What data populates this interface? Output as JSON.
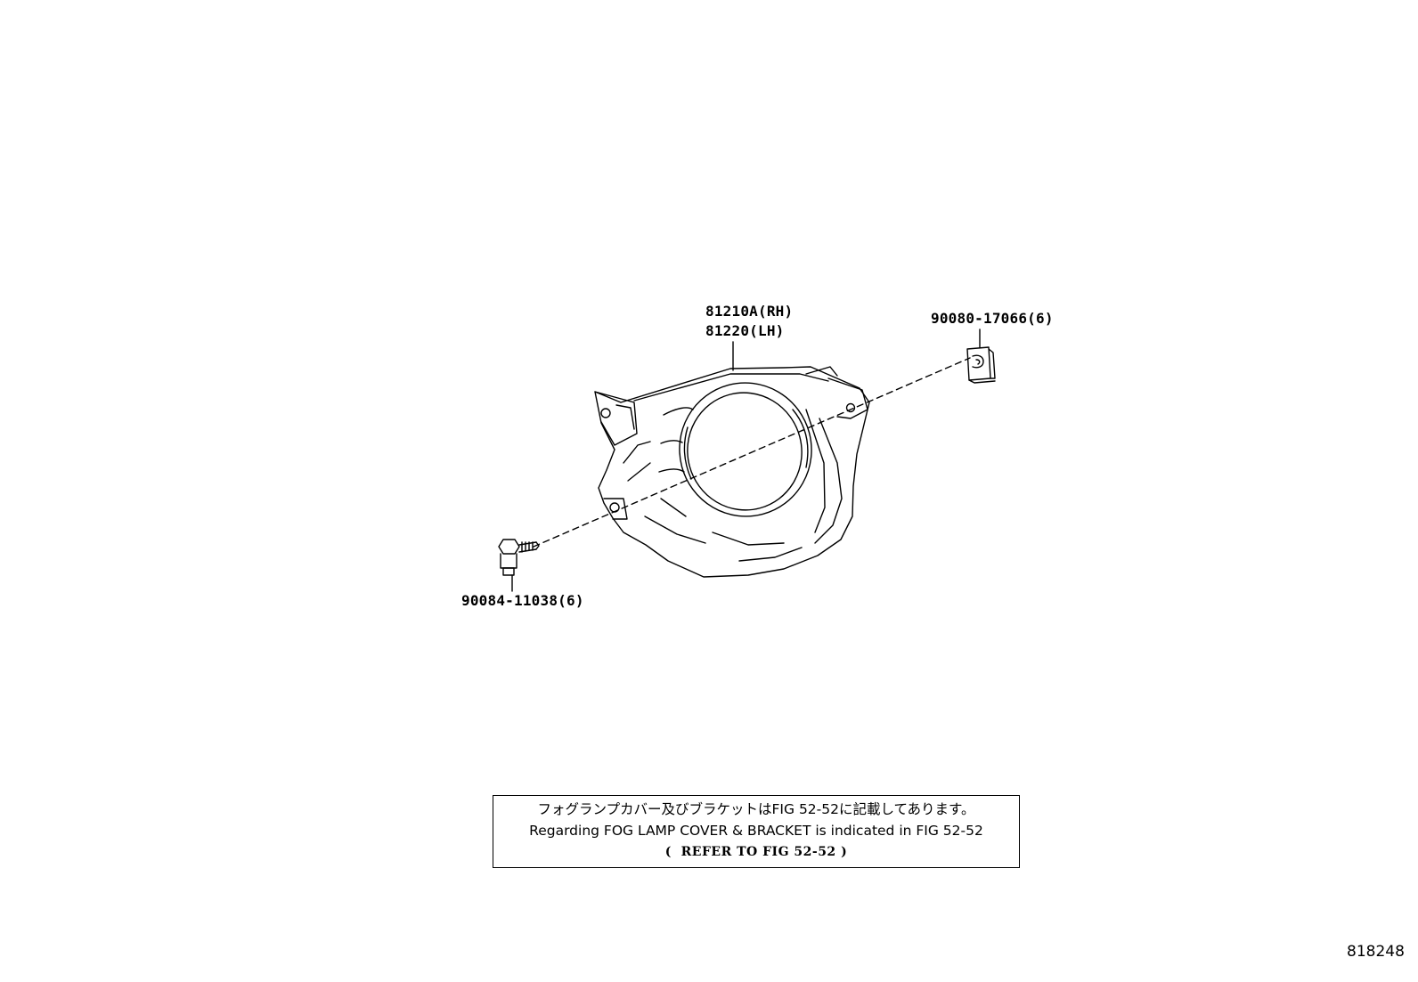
{
  "parts": {
    "lamp_rh": "81210A(RH)",
    "lamp_lh": "81220(LH)",
    "clip": "90080-17066(6)",
    "bolt": "90084-11038(6)"
  },
  "note": {
    "line_jp": "フォグランプカバー及びブラケットはFIG 52-52に記載してあります。",
    "line_en": "Regarding FOG LAMP COVER & BRACKET is indicated in FIG 52-52",
    "line_refer_open": "(",
    "line_refer_text": "REFER TO FIG 52-52",
    "line_refer_close": ")"
  },
  "figure_id": "818248",
  "icons": [
    "fog-lamp-icon",
    "bolt-icon",
    "clip-nut-icon"
  ]
}
